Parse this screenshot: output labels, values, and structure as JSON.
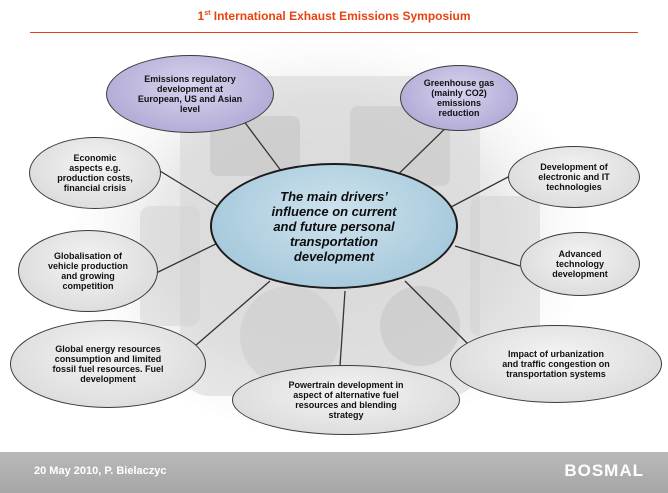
{
  "header": {
    "title_prefix": "1",
    "title_sup": "st",
    "title_rest": " International Exhaust Emissions Symposium"
  },
  "diagram": {
    "center": "The main drivers’\ninfluence on current\nand future personal\ntransportation\ndevelopment",
    "nodes": [
      {
        "id": "emissions-regulatory",
        "text": "Emissions regulatory\ndevelopment at\nEuropean, US and Asian\nlevel",
        "color": "#b5aed8"
      },
      {
        "id": "greenhouse-gas",
        "text": "Greenhouse gas\n(mainly CO2)\nemissions\nreduction",
        "color": "#b5aed8"
      },
      {
        "id": "economic-aspects",
        "text": "Economic\naspects e.g.\nproduction costs,\nfinancial crisis",
        "color": "#dedede"
      },
      {
        "id": "electronic-it",
        "text": "Development of\nelectronic and IT\ntechnologies",
        "color": "#dedede"
      },
      {
        "id": "globalisation",
        "text": "Globalisation of\nvehicle production\nand growing\ncompetition",
        "color": "#dedede"
      },
      {
        "id": "advanced-technology",
        "text": "Advanced\ntechnology\ndevelopment",
        "color": "#dedede"
      },
      {
        "id": "energy-resources",
        "text": "Global energy resources\nconsumption and limited\nfossil fuel resources. Fuel\ndevelopment",
        "color": "#dedede"
      },
      {
        "id": "powertrain",
        "text": "Powertrain development in\naspect of alternative fuel\nresources and blending\nstrategy",
        "color": "#dedede"
      },
      {
        "id": "urbanization",
        "text": "Impact of urbanization\nand traffic congestion on\ntransportation systems",
        "color": "#dedede"
      }
    ]
  },
  "footer": {
    "date_author": "20 May 2010, P. Bielaczyc",
    "logo": "BOSMAL"
  }
}
